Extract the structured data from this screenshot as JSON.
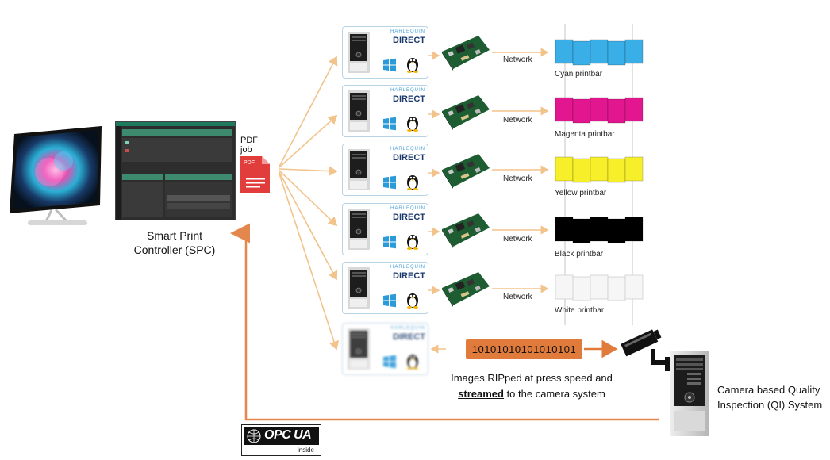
{
  "spc": {
    "label_line1": "Smart Print",
    "label_line2": "Controller (SPC)"
  },
  "pdf": {
    "caption_line1": "PDF",
    "caption_line2": "job",
    "icon_text": "PDF"
  },
  "rip": {
    "brand_line1": "HARLEQUIN",
    "brand_line2": "DIRECT"
  },
  "printbars": [
    {
      "label": "Cyan printbar",
      "color": "#3aaee6"
    },
    {
      "label": "Magenta printbar",
      "color": "#e2168f"
    },
    {
      "label": "Yellow printbar",
      "color": "#f7ef2a"
    },
    {
      "label": "Black printbar",
      "color": "#000000"
    },
    {
      "label": "White printbar",
      "color": "#f6f6f6"
    }
  ],
  "network_label": "Network",
  "stream": {
    "bits": "10101010101010101",
    "caption_line1": "Images RIPped at press speed and",
    "caption_bold": "streamed",
    "caption_line2_rest": " to the camera system"
  },
  "qi": {
    "label_line1": "Camera based Quality",
    "label_line2": "Inspection (QI) System"
  },
  "opc": {
    "logo_text": "OPC UA",
    "inside": "inside"
  },
  "colors": {
    "arrow_orange": "#f2c38a",
    "feedback_orange": "#e4874c",
    "stream_orange": "#e07b3c"
  }
}
